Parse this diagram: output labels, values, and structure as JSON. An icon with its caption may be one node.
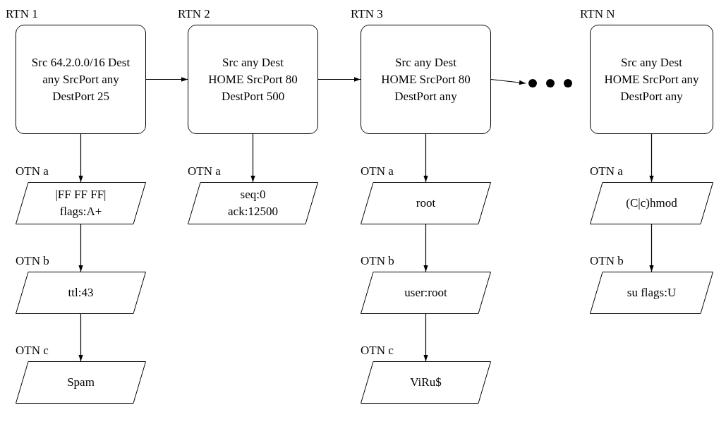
{
  "diagram": {
    "nodes": [
      {
        "text": [
          "RTN 1",
          "Src 64.2.0.0/16 Dest any SrcPort any DestPort 25"
        ]
      },
      {
        "text": [
          "OTN a",
          "|FF FF FF| flags:A+"
        ]
      },
      {
        "text": [
          "OTN b",
          "ttl:43"
        ]
      },
      {
        "text": [
          "OTN c",
          "Spam"
        ]
      },
      {
        "text": [
          "RTN 2",
          "Src any Dest HOME SrcPort 80 DestPort 500"
        ]
      },
      {
        "text": [
          "OTN a",
          "seq:0 ack:12500"
        ]
      },
      {
        "text": [
          "RTN 3",
          "Src any Dest HOME SrcPort 80 DestPort any"
        ]
      },
      {
        "text": [
          "OTN a",
          "root"
        ]
      },
      {
        "text": [
          "OTN b",
          "user:root"
        ]
      },
      {
        "text": [
          "OTN c",
          "ViRu$"
        ]
      },
      {
        "text": [],
        "shape": "dots"
      },
      {
        "text": [
          "RTN N",
          "Src any Dest HOME SrcPort any DestPort any"
        ]
      },
      {
        "text": [
          "OTN a",
          "(C|c)hmod"
        ]
      },
      {
        "text": [
          "OTN b",
          "su flags:U"
        ]
      }
    ],
    "edges": [
      {
        "from": 0,
        "to": 4,
        "arrow": "to"
      },
      {
        "from": 4,
        "to": 6,
        "arrow": "to"
      },
      {
        "from": 6,
        "to": 10,
        "arrow": "to"
      },
      {
        "from": 0,
        "to": 1,
        "arrow": "to"
      },
      {
        "from": 1,
        "to": 2,
        "arrow": "to"
      },
      {
        "from": 2,
        "to": 3,
        "arrow": "to"
      },
      {
        "from": 4,
        "to": 5,
        "arrow": "to"
      },
      {
        "from": 6,
        "to": 7,
        "arrow": "to"
      },
      {
        "from": 7,
        "to": 8,
        "arrow": "to"
      },
      {
        "from": 8,
        "to": 9,
        "arrow": "to"
      },
      {
        "from": 11,
        "to": 12,
        "arrow": "to"
      },
      {
        "from": 12,
        "to": 13,
        "arrow": "to"
      }
    ]
  }
}
